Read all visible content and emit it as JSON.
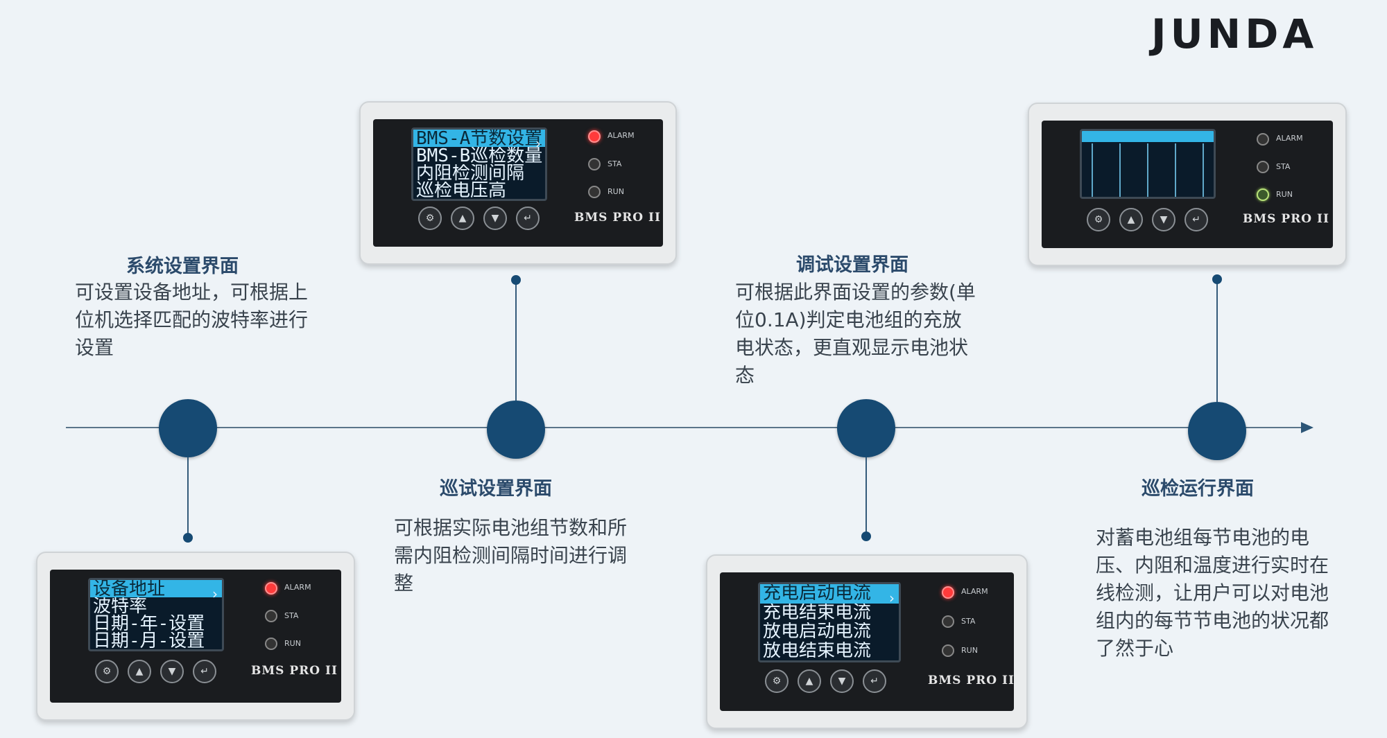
{
  "brand_logo": "JUNDA",
  "timeline": [
    {
      "title": "系统设置界面",
      "description": "可设置设备地址，可根据上位机选择匹配的波特率进行设置",
      "screen_lines": [
        "设备地址",
        "波特率",
        "日期-年-设置",
        "日期-月-设置"
      ]
    },
    {
      "title": "巡试设置界面",
      "description": "可根据实际电池组节数和所需内阻检测间隔时间进行调整",
      "screen_lines": [
        "BMS-A节数设置",
        "BMS-B巡检数量",
        "内阻检测间隔",
        "巡检电压高"
      ]
    },
    {
      "title": "调试设置界面",
      "description": "可根据此界面设置的参数(单位0.1A)判定电池组的充放电状态，更直观显示电池状态",
      "screen_lines": [
        "充电启动电流",
        "充电结束电流",
        "放电启动电流",
        "放电结束电流"
      ]
    },
    {
      "title": "巡检运行界面",
      "description": "对蓄电池组每节电池的电压、内阻和温度进行实时在线检测，让用户可以对电池组内的每节节电池的状况都了然于心",
      "screen_lines": []
    }
  ],
  "device": {
    "model": "BMS PRO II",
    "led_labels": [
      "ALARM",
      "STA",
      "RUN"
    ]
  },
  "colors": {
    "node": "#164a73",
    "axis": "#5a7489",
    "title": "#2b4a6b",
    "lcd_highlight": "#33b5e6"
  }
}
